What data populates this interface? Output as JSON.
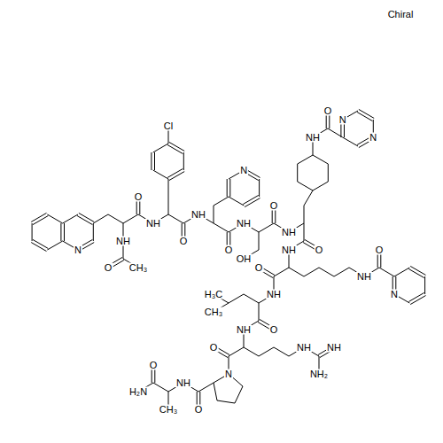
{
  "diagram": {
    "labels": [
      "Chiral",
      "Cl",
      "N",
      "N",
      "N",
      "O",
      "NH",
      "O",
      "O",
      "NH",
      "NH",
      "N",
      "NH",
      "O",
      "NH",
      "NH",
      "O",
      "O",
      "CH₃",
      "OH",
      "O",
      "NH",
      "CH₃",
      "O",
      "NH",
      "O",
      "N",
      "NH",
      "H₃C",
      "O",
      "NH",
      "NH",
      "NH",
      "NH₂",
      "O",
      "N",
      "NH",
      "O",
      "CH₃",
      "O",
      "H₂N"
    ]
  }
}
